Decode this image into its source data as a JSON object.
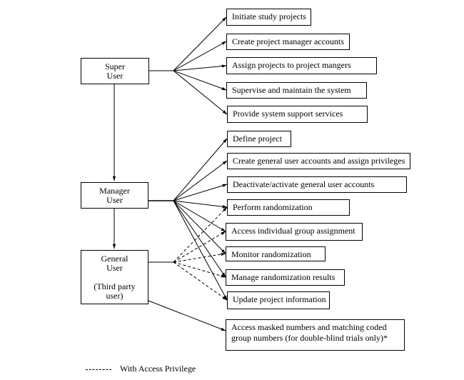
{
  "roles": {
    "super": {
      "line1": "Super",
      "line2": "User"
    },
    "manager": {
      "line1": "Manager",
      "line2": "User"
    },
    "general": {
      "line1": "General",
      "line2": "User",
      "line3": "(Third party",
      "line4": "user)"
    }
  },
  "super_tasks": [
    "Initiate study projects",
    "Create project manager accounts",
    "Assign projects to project mangers",
    "Supervise and maintain the system",
    "Provide system support services"
  ],
  "manager_tasks": [
    "Define project",
    "Create general user accounts and assign privileges",
    "Deactivate/activate  general user accounts",
    "Perform randomization",
    "Access individual group assignment",
    "Monitor randomization",
    "Manage randomization results",
    "Update project information"
  ],
  "general_only_task": {
    "line1": "Access masked numbers and matching  coded",
    "line2": "group numbers (for double-blind trials only)*"
  },
  "legend": {
    "dashed_label": "With Access Privilege"
  },
  "edges": {
    "solid_from_super": [
      0,
      1,
      2,
      3,
      4
    ],
    "solid_from_manager": [
      0,
      1,
      2,
      3,
      4,
      5,
      6,
      7
    ],
    "dashed_from_general": [
      3,
      4,
      5,
      6,
      7
    ],
    "general_solid_to_masked": true
  }
}
